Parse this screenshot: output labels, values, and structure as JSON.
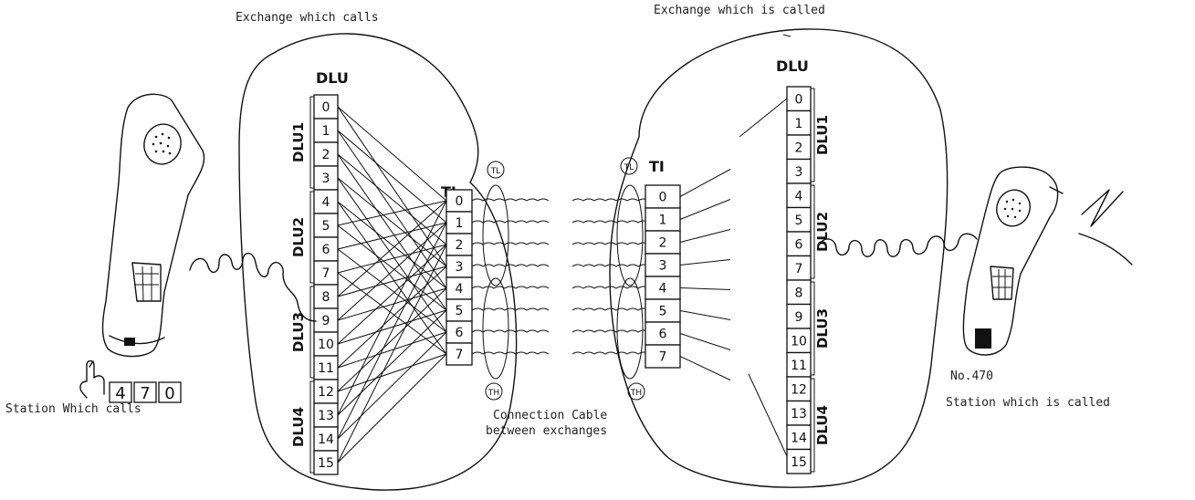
{
  "labels": {
    "exchange_calls": "Exchange which calls",
    "exchange_called": "Exchange which is called",
    "station_calls": "Station Which calls",
    "station_called": "Station which is called",
    "called_number": "No.470",
    "cable_line1": "Connection Cable",
    "cable_line2": "between exchanges"
  },
  "dial_digits": [
    "4",
    "7",
    "0"
  ],
  "left_exchange": {
    "dlu_title": "DLU",
    "ti_title": "TI",
    "dlu_slots": [
      "0",
      "1",
      "2",
      "3",
      "4",
      "5",
      "6",
      "7",
      "8",
      "9",
      "10",
      "11",
      "12",
      "13",
      "14",
      "15"
    ],
    "dlu_groups": [
      "DLU1",
      "DLU2",
      "DLU3",
      "DLU4"
    ],
    "ti_slots": [
      "0",
      "1",
      "2",
      "3",
      "4",
      "5",
      "6",
      "7"
    ],
    "ti_markers": [
      "TL",
      "TH"
    ]
  },
  "right_exchange": {
    "dlu_title": "DLU",
    "ti_title": "TI",
    "dlu_slots": [
      "0",
      "1",
      "2",
      "3",
      "4",
      "5",
      "6",
      "7",
      "8",
      "9",
      "10",
      "11",
      "12",
      "13",
      "14",
      "15"
    ],
    "dlu_groups": [
      "DLU1",
      "DLU2",
      "DLU3",
      "DLU4"
    ],
    "ti_slots": [
      "0",
      "1",
      "2",
      "3",
      "4",
      "5",
      "6",
      "7"
    ],
    "ti_markers": [
      "TL",
      "TH"
    ]
  }
}
